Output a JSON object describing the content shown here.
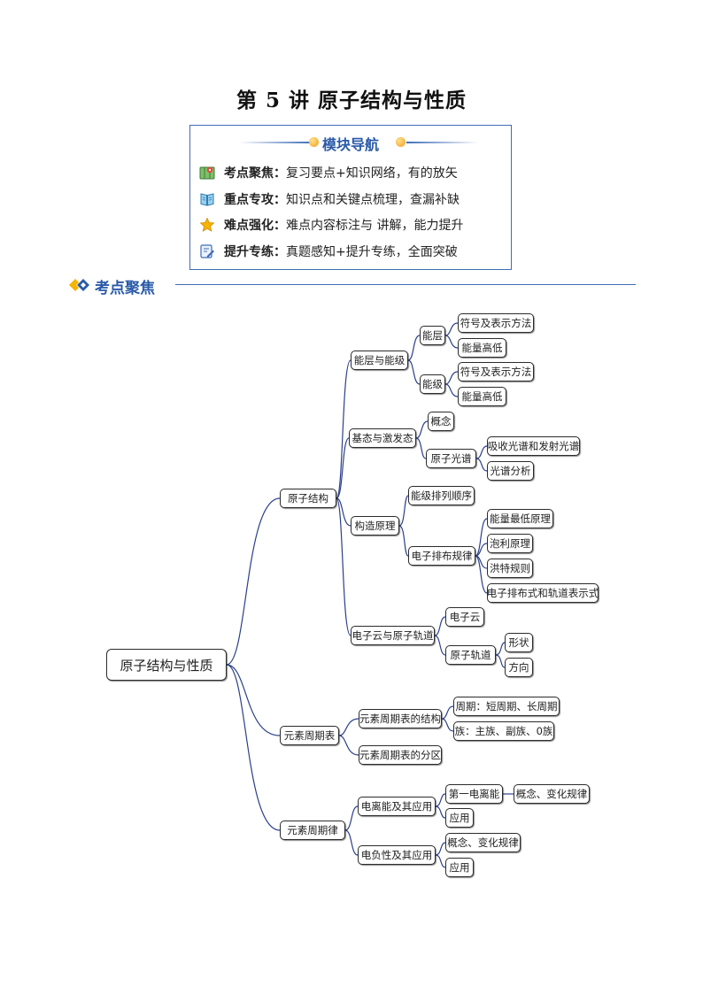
{
  "title": "第 5 讲  原子结构与性质",
  "nav": {
    "heading": "模块导航",
    "items": [
      {
        "label": "考点聚焦",
        "desc": "复习要点+知识网络，有的放矢",
        "icon": "map-icon"
      },
      {
        "label": "重点专攻",
        "desc": "知识点和关键点梳理，查漏补缺",
        "icon": "book-icon"
      },
      {
        "label": "难点强化",
        "desc": "难点内容标注与 讲解，能力提升",
        "icon": "star-icon"
      },
      {
        "label": "提升专练",
        "desc": "真题感知+提升专练，全面突破",
        "icon": "edit-icon"
      }
    ],
    "separator": "："
  },
  "section": {
    "label": "考点聚焦",
    "icon": "double-chevron-icon"
  },
  "colors": {
    "accent": "#2a5aa8",
    "line": "#2b3f8a",
    "star": "#f5b400"
  },
  "mindmap": {
    "root": "原子结构与性质",
    "nodes": {
      "n1": "原子结构",
      "n11": "能层与能级",
      "n111": "能层",
      "n1111": "符号及表示方法",
      "n1112": "能量高低",
      "n112": "能级",
      "n1121": "符号及表示方法",
      "n1122": "能量高低",
      "n12": "基态与激发态",
      "n121": "概念",
      "n122": "原子光谱",
      "n1221": "吸收光谱和发射光谱",
      "n1222": "光谱分析",
      "n13": "构造原理",
      "n131": "能级排列顺序",
      "n132": "电子排布规律",
      "n1321": "能量最低原理",
      "n1322": "泡利原理",
      "n1323": "洪特规则",
      "n1324": "电子排布式和轨道表示式",
      "n14": "电子云与原子轨道",
      "n141": "电子云",
      "n142": "原子轨道",
      "n1421": "形状",
      "n1422": "方向",
      "n2": "元素周期表",
      "n21": "元素周期表的结构",
      "n211": "周期：短周期、长周期",
      "n212": "族：主族、副族、0族",
      "n22": "元素周期表的分区",
      "n3": "元素周期律",
      "n31": "电离能及其应用",
      "n311": "第一电离能",
      "n3111": "概念、变化规律",
      "n312": "应用",
      "n32": "电负性及其应用",
      "n321": "概念、变化规律",
      "n322": "应用"
    }
  }
}
